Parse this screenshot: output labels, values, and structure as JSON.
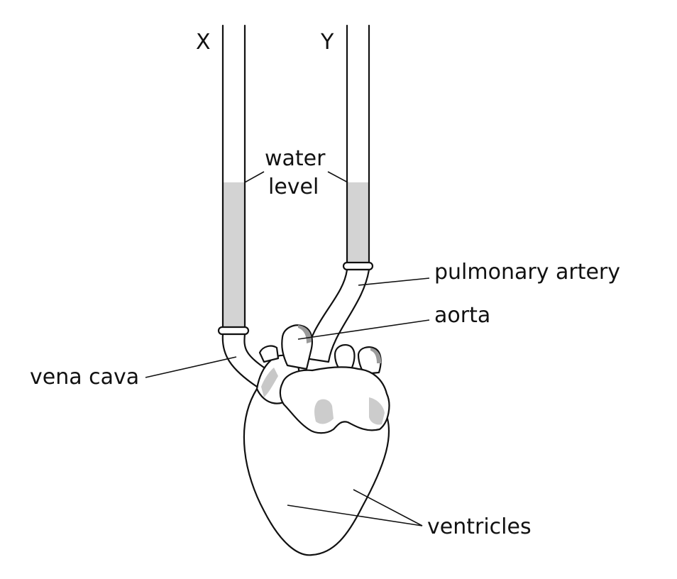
{
  "diagram": {
    "tubes": {
      "left_label": "X",
      "right_label": "Y"
    },
    "labels": {
      "water_level_line1": "water",
      "water_level_line2": "level",
      "pulmonary_artery": "pulmonary artery",
      "aorta": "aorta",
      "vena_cava": "vena cava",
      "ventricles": "ventricles"
    },
    "colors": {
      "water": "#d3d3d3",
      "outline": "#111111"
    }
  }
}
